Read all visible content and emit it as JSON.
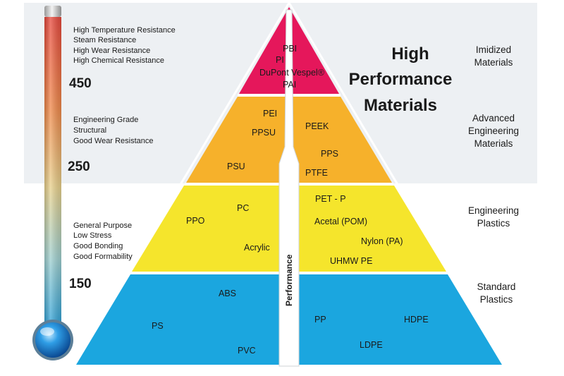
{
  "headline": [
    "High",
    "Performance",
    "Materials"
  ],
  "performance_label": "Performance",
  "categories": [
    {
      "lines": [
        "Imidized",
        "Materials"
      ]
    },
    {
      "lines": [
        "Advanced",
        "Engineering",
        "Materials"
      ]
    },
    {
      "lines": [
        "Engineering",
        "Plastics"
      ]
    },
    {
      "lines": [
        "Standard",
        "Plastics"
      ]
    }
  ],
  "temperatures": [
    {
      "value": "450",
      "color": "#e2175a"
    },
    {
      "value": "250",
      "color": "#f5a31a"
    },
    {
      "value": "150",
      "color": "#2b7bbf"
    }
  ],
  "properties": [
    {
      "lines": [
        "High Temperature Resistance",
        "Steam Resistance",
        "High Wear Resistance",
        "High Chemical Resistance"
      ]
    },
    {
      "lines": [
        "Engineering Grade",
        "Structural",
        "Good Wear Resistance"
      ]
    },
    {
      "lines": [
        "General Purpose",
        "Low Stress",
        "Good Bonding",
        "Good Formability"
      ]
    }
  ],
  "tiers": [
    {
      "name": "imidized",
      "color": "#e5175b",
      "materials": [
        "PBI",
        "PI",
        "DuPont Vespel®",
        "PAI"
      ]
    },
    {
      "name": "advanced",
      "color": "#f6b12b",
      "materials": [
        "PEI",
        "PPSU",
        "PSU",
        "PEEK",
        "PPS",
        "PTFE"
      ]
    },
    {
      "name": "engineering",
      "color": "#f5e52c",
      "materials": [
        "PPO",
        "PC",
        "Acrylic",
        "PET - P",
        "Acetal (POM)",
        "Nylon (PA)",
        "UHMW PE"
      ]
    },
    {
      "name": "standard",
      "color": "#1ba6df",
      "materials": [
        "ABS",
        "PS",
        "PVC",
        "PP",
        "HDPE",
        "LDPE"
      ]
    }
  ]
}
